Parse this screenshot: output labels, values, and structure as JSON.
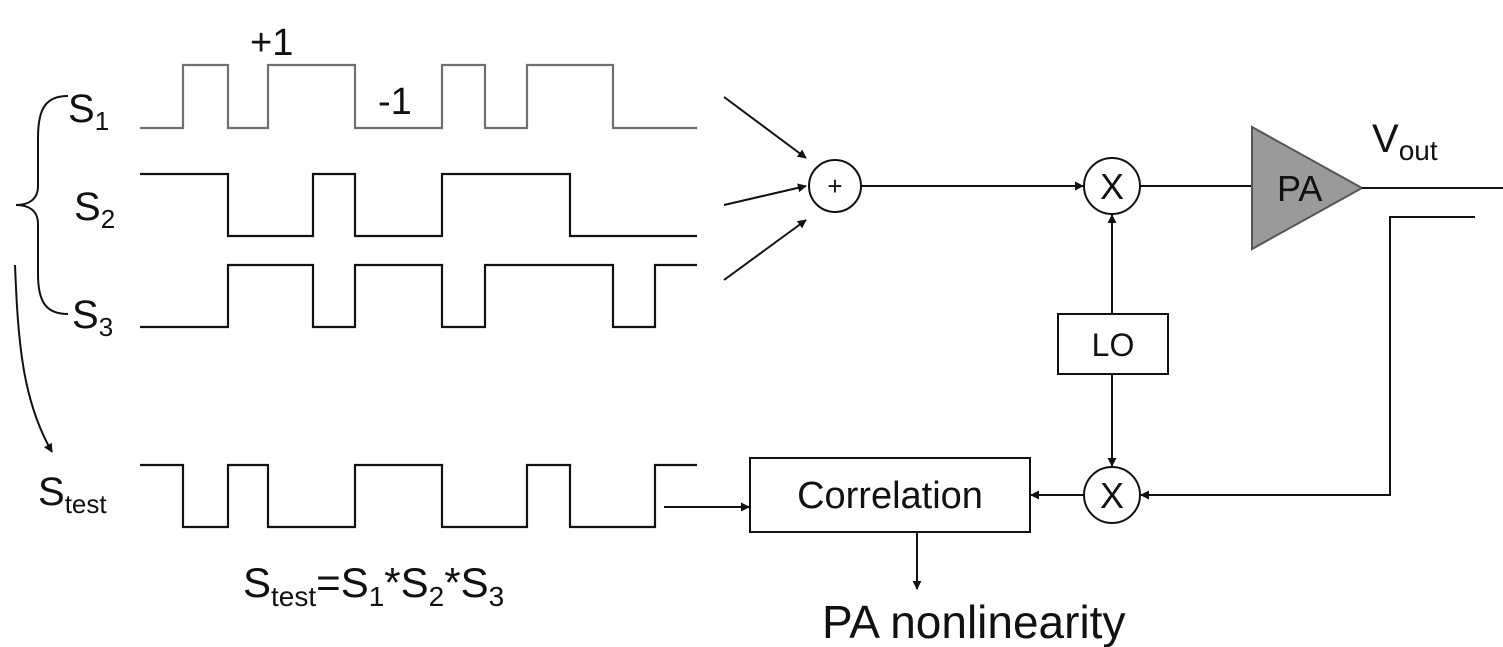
{
  "signals": {
    "s1": {
      "base": "S",
      "sub": "1"
    },
    "s2": {
      "base": "S",
      "sub": "2"
    },
    "s3": {
      "base": "S",
      "sub": "3"
    },
    "stest": {
      "base": "S",
      "sub": "test"
    }
  },
  "level_labels": {
    "plus": "+1",
    "minus": "-1"
  },
  "formula": {
    "s_base": "S",
    "test_sub": "test",
    "eq": "=",
    "s1": "S",
    "s1_sub": "1",
    "star1": "*",
    "s2": "S",
    "s2_sub": "2",
    "star2": "*",
    "s3": "S",
    "s3_sub": "3"
  },
  "blocks": {
    "adder": "+",
    "mixer_top": "X",
    "mixer_bottom": "X",
    "pa": "PA",
    "lo": "LO",
    "correlation": "Correlation"
  },
  "output": {
    "base": "V",
    "sub": "out"
  },
  "result": "PA nonlinearity",
  "colors": {
    "wave_gray": "#707070",
    "line": "#111111",
    "pa_fill": "#9a9a9a"
  }
}
